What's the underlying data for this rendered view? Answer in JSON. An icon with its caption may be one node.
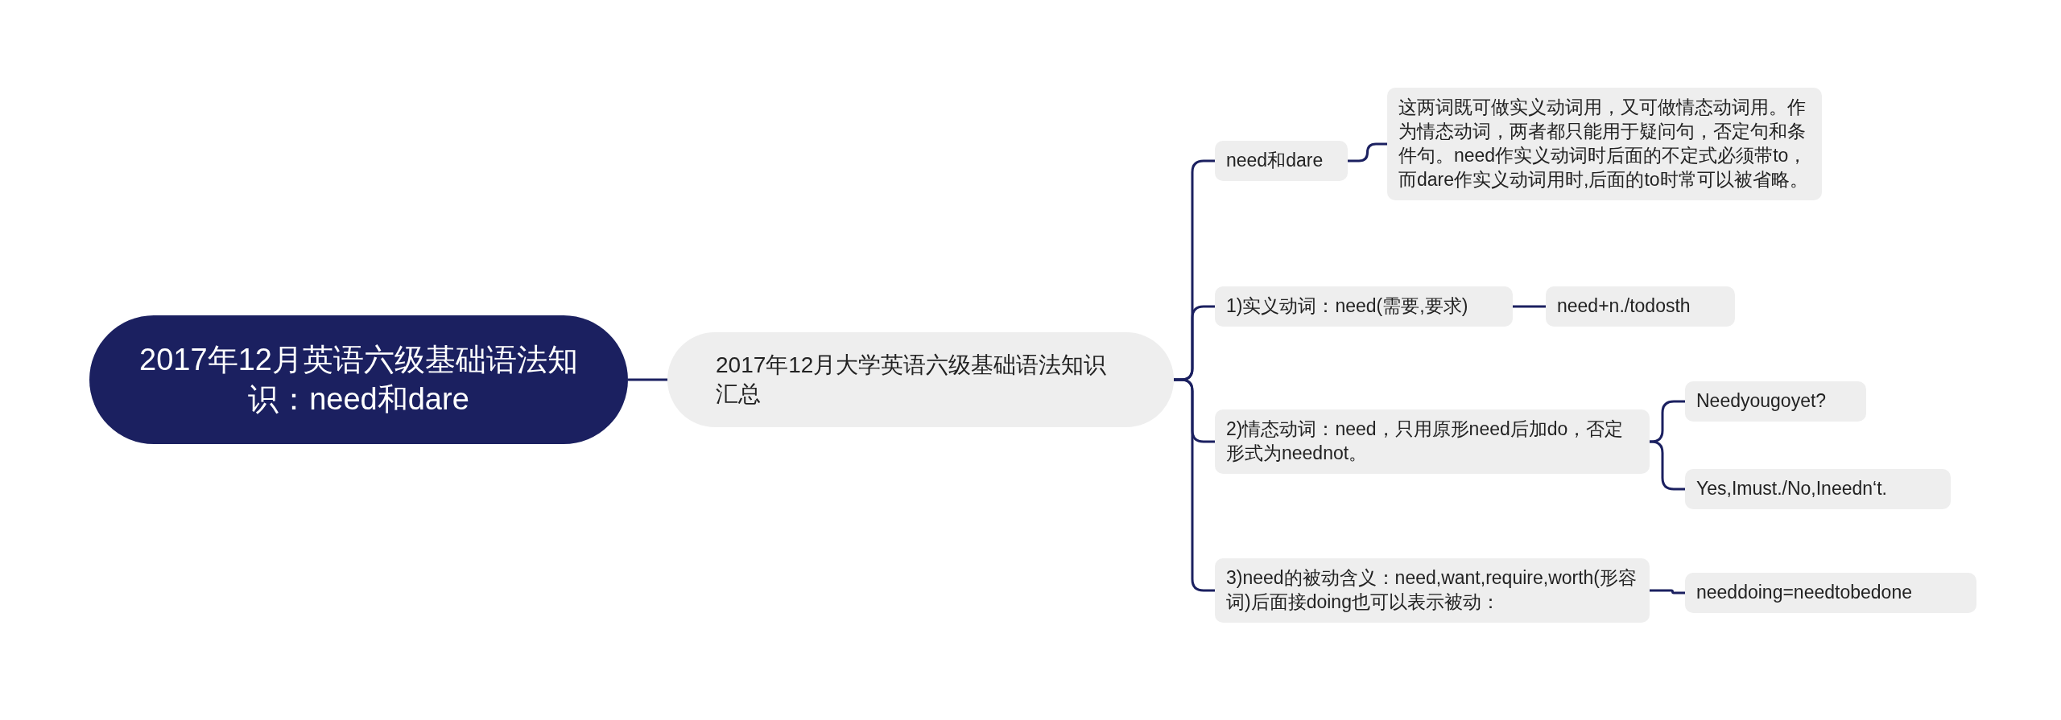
{
  "diagram": {
    "nodes": [
      {
        "text": [
          "2017年12月英语六级基础语法知识：need和dare"
        ]
      },
      {
        "text": [
          "2017年12月大学英语六级基础语法知识汇总"
        ]
      },
      {
        "text": [
          "need和dare"
        ]
      },
      {
        "text": [
          "这两词既可做实义动词用，又可做情态动词用。作为情态动词，两者都只能用于疑问句，否定句和条件句。need作实义动词时后面的不定式必须带to，而dare作实义动词用时,后面的to时常可以被省略。"
        ]
      },
      {
        "text": [
          "1)实义动词：need(需要,要求)"
        ]
      },
      {
        "text": [
          "need+n./todosth"
        ]
      },
      {
        "text": [
          "2)情态动词：need，只用原形need后加do，否定形式为neednot。"
        ]
      },
      {
        "text": [
          "Needyougoyet?"
        ]
      },
      {
        "text": [
          "Yes,Imust./No,Ineedn‘t."
        ]
      },
      {
        "text": [
          "3)need的被动含义：need,want,require,worth(形容词)后面接doing也可以表示被动："
        ]
      },
      {
        "text": [
          "needdoing=needtobedone"
        ]
      }
    ],
    "edges": [
      {
        "from": 0,
        "to": 1,
        "arrow": "none"
      },
      {
        "from": 1,
        "to": 2,
        "arrow": "none"
      },
      {
        "from": 1,
        "to": 4,
        "arrow": "none"
      },
      {
        "from": 1,
        "to": 6,
        "arrow": "none"
      },
      {
        "from": 1,
        "to": 9,
        "arrow": "none"
      },
      {
        "from": 2,
        "to": 3,
        "arrow": "none"
      },
      {
        "from": 4,
        "to": 5,
        "arrow": "none"
      },
      {
        "from": 6,
        "to": 7,
        "arrow": "none"
      },
      {
        "from": 6,
        "to": 8,
        "arrow": "none"
      },
      {
        "from": 9,
        "to": 10,
        "arrow": "none"
      }
    ]
  }
}
